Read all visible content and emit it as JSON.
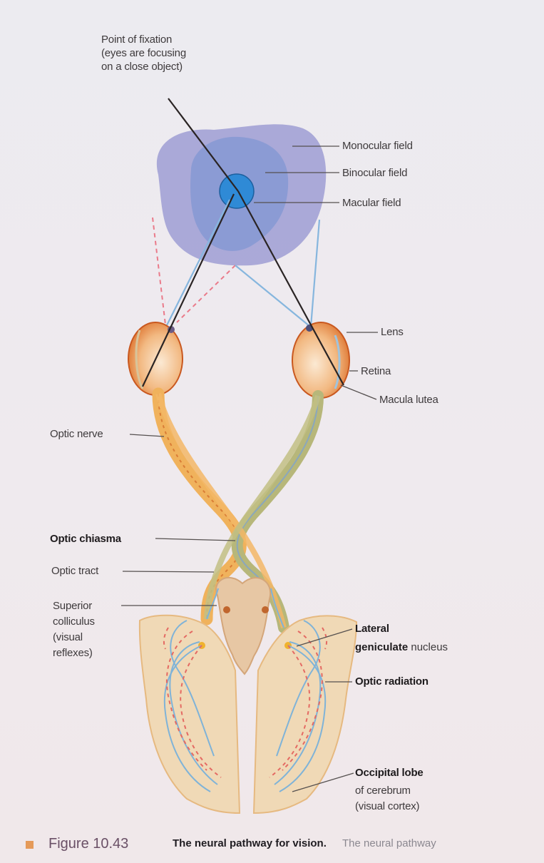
{
  "labels": {
    "point_of_fixation": "Point of fixation\n(eyes are focusing\non a close object)",
    "monocular_field": "Monocular field",
    "binocular_field": "Binocular field",
    "macular_field": "Macular field",
    "lens": "Lens",
    "retina": "Retina",
    "macula_lutea": "Macula lutea",
    "optic_nerve": "Optic nerve",
    "optic_chiasma": "Optic chiasma",
    "optic_tract": "Optic tract",
    "superior_colliculus": "Superior\ncolliculus\n(visual\nreflexes)",
    "lateral_geniculate_1": "Lateral",
    "lateral_geniculate_2": "geniculate",
    "lateral_geniculate_3": "nucleus",
    "optic_radiation": "Optic radiation",
    "occipital_lobe": "Occipital lobe",
    "occipital_lobe_sub": "of cerebrum\n(visual cortex)"
  },
  "caption": {
    "number": "Figure 10.43",
    "title": "The neural pathway for vision.",
    "body": "The neural pathway"
  },
  "colors": {
    "monocular": "#a7a5d6",
    "binocular": "#8b9bd4",
    "macular": "#2f8ad6",
    "nerve_orange": "#f0b25c",
    "nerve_green": "#b7b77a",
    "cortex": "#efd8b4",
    "blue_line": "#7fb3d8",
    "red_dash": "#e46a63"
  }
}
